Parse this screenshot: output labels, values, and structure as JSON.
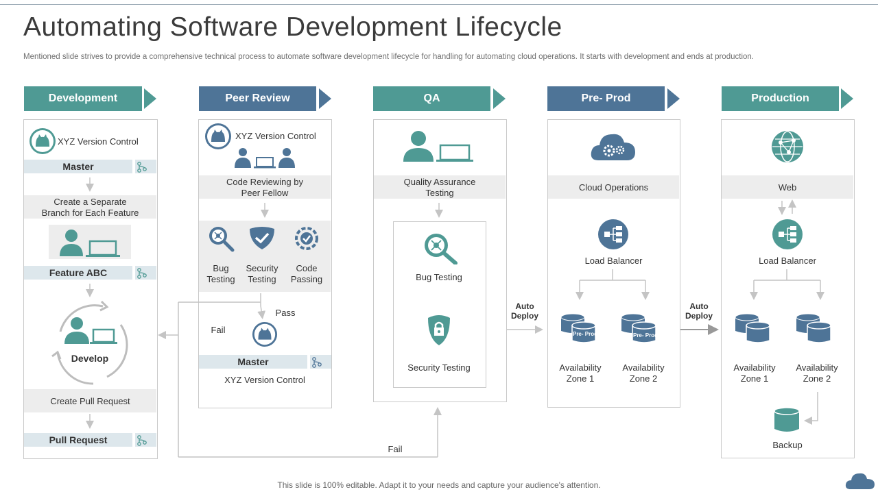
{
  "title": "Automating Software Development Lifecycle",
  "subtitle": "Mentioned slide strives to provide a comprehensive technical process to automate software development lifecycle for handling for automating cloud operations. It starts with development and ends at production.",
  "footer": "This slide is 100% editable. Adapt it to your needs and capture your audience's attention.",
  "colors": {
    "teal": "#4f9a94",
    "steel": "#4e7497",
    "gray_line": "#c9c9c9",
    "band": "#ededed",
    "bar": "#dde7ec"
  },
  "stages": {
    "development": "Development",
    "peer_review": "Peer Review",
    "qa": "QA",
    "pre_prod": "Pre- Prod",
    "production": "Production"
  },
  "development": {
    "version_control": "XYZ Version Control",
    "master": "Master",
    "branch_line1": "Create a Separate",
    "branch_line2": "Branch for Each Feature",
    "feature": "Feature ABC",
    "develop": "Develop",
    "pull_request_action": "Create Pull Request",
    "pull_request": "Pull Request"
  },
  "peer_review": {
    "version_control": "XYZ Version Control",
    "review_line1": "Code Reviewing  by",
    "review_line2": "Peer Fellow",
    "bug_line1": "Bug",
    "bug_line2": "Testing",
    "security_line1": "Security",
    "security_line2": "Testing",
    "code_line1": "Code",
    "code_line2": "Passing",
    "pass": "Pass",
    "fail": "Fail",
    "master": "Master",
    "version_control_bottom": "XYZ Version Control"
  },
  "qa": {
    "qa_line1": "Quality Assurance",
    "qa_line2": "Testing",
    "bug_testing": "Bug Testing",
    "security_testing": "Security Testing",
    "fail": "Fail"
  },
  "auto_deploy_1": {
    "line1": "Auto",
    "line2": "Deploy"
  },
  "auto_deploy_2": {
    "line1": "Auto",
    "line2": "Deploy"
  },
  "pre_prod": {
    "cloud_operations": "Cloud Operations",
    "load_balancer": "Load Balancer",
    "db_label": "Pre- Prod",
    "zone1_line1": "Availability",
    "zone1_line2": "Zone  1",
    "zone2_line1": "Availability",
    "zone2_line2": "Zone  2"
  },
  "production": {
    "web": "Web",
    "load_balancer": "Load Balancer",
    "zone1_line1": "Availability",
    "zone1_line2": "Zone  1",
    "zone2_line1": "Availability",
    "zone2_line2": "Zone  2",
    "backup": "Backup"
  },
  "icons": [
    "github-cat-icon",
    "branch-icon",
    "person-laptop-icon",
    "cycle-arrows-icon",
    "people-laptop-icon",
    "bug-magnifier-icon",
    "shield-check-icon",
    "check-gear-icon",
    "cloud-gears-icon",
    "network-hub-icon",
    "database-icon",
    "globe-network-icon",
    "cloud-logo-icon"
  ]
}
